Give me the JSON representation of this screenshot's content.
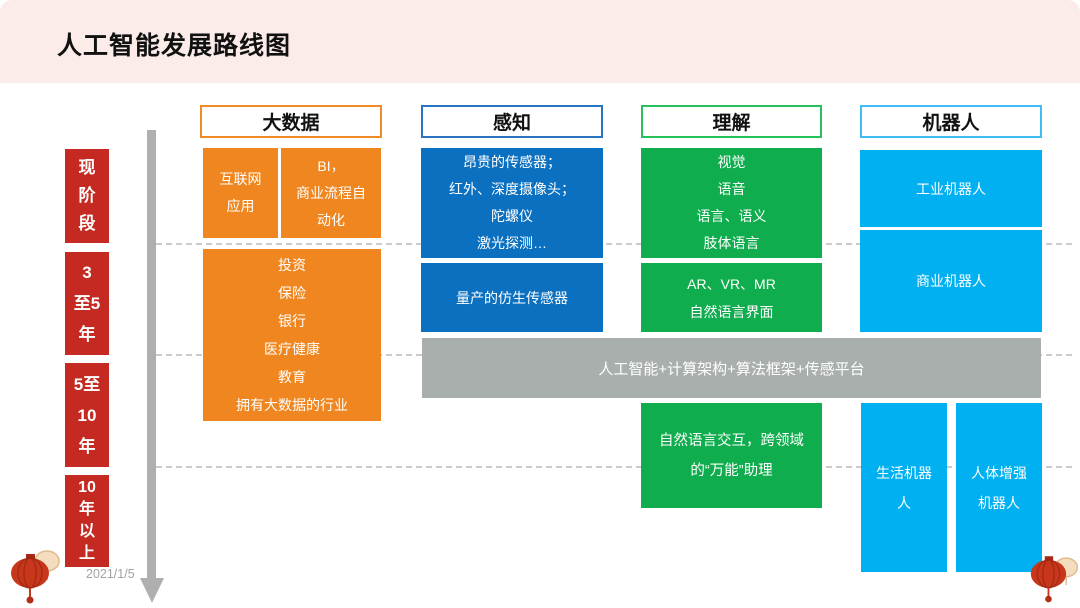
{
  "header": {
    "title": "人工智能发展路线图"
  },
  "footer": {
    "date": "2021/1/5"
  },
  "palette": {
    "header_band": "#FBECE9",
    "orange": "#F0861F",
    "blue": "#0B70C0",
    "green": "#10AD4E",
    "cyan": "#00B0F0",
    "red": "#C42A21",
    "platform_gray": "#A9AFAC",
    "arrow_gray": "#AFAFAF",
    "dash_gray": "#CBCBCB",
    "border_orange": "#F08C28",
    "border_blue": "#2874C2",
    "border_green": "#26C15B",
    "border_cyan": "#3FBCF2"
  },
  "timeline": {
    "stages": [
      {
        "label": "现\n阶\n段"
      },
      {
        "label": "3\n至5\n年"
      },
      {
        "label": "5至\n10\n年"
      },
      {
        "label": "10\n年\n以\n上"
      }
    ]
  },
  "columns": [
    {
      "key": "bigdata",
      "title": "大数据",
      "boxes": [
        {
          "text": "互联网\n应用"
        },
        {
          "text": "BI，\n商业流程自\n动化"
        },
        {
          "text": "投资\n保险\n银行\n医疗健康\n教育\n拥有大数据的行业"
        }
      ]
    },
    {
      "key": "perception",
      "title": "感知",
      "boxes": [
        {
          "text": "昂贵的传感器；\n红外、深度摄像头；\n陀螺仪\n激光探测…"
        },
        {
          "text": "量产的仿生传感器"
        }
      ]
    },
    {
      "key": "understanding",
      "title": "理解",
      "boxes": [
        {
          "text": "视觉\n语音\n语言、语义\n肢体语言"
        },
        {
          "text": "AR、VR、MR\n自然语言界面"
        },
        {
          "text": "自然语言交互，跨领域\n的“万能”助理"
        }
      ]
    },
    {
      "key": "robots",
      "title": "机器人",
      "boxes": [
        {
          "text": "工业机器人"
        },
        {
          "text": "商业机器人"
        },
        {
          "text": "生活机器\n人"
        },
        {
          "text": "人体增强\n机器人"
        }
      ]
    }
  ],
  "platform_bar": {
    "text": "人工智能+计算架构+算法框架+传感平台"
  }
}
